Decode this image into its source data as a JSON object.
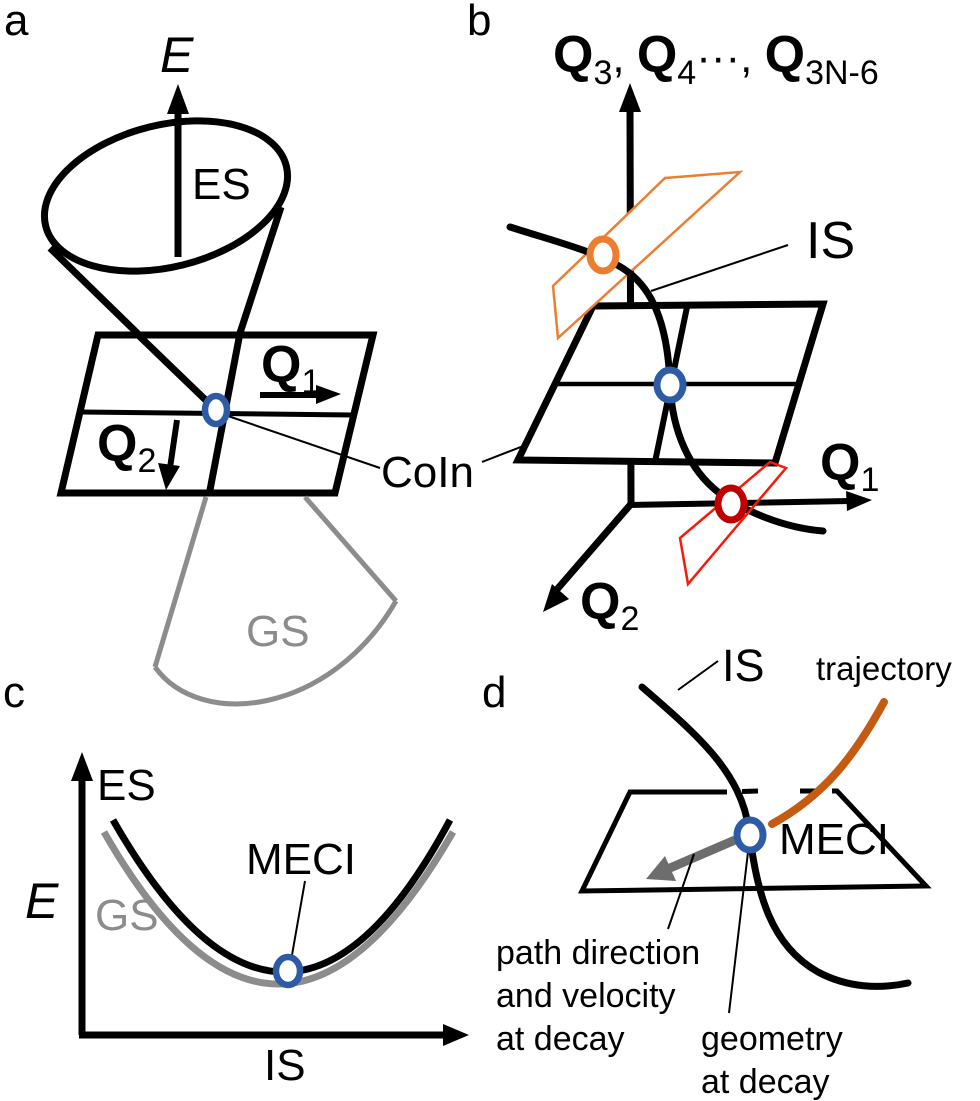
{
  "colors": {
    "black": "#000000",
    "blue": "#2e5ba6",
    "orange": "#ed7d31",
    "dark_orange": "#c55a11",
    "red": "#f9190b",
    "dark_red": "#c00000",
    "gray": "#8c8c8c",
    "arrow_gray": "#6d6d6d"
  },
  "panels": {
    "a": {
      "letter": "a",
      "energy_axis": "E",
      "excited_state": "ES",
      "ground_state": "GS",
      "conical_intersection": "CoIn",
      "q1": {
        "base": "Q",
        "sub": "1"
      },
      "q2": {
        "base": "Q",
        "sub": "2"
      }
    },
    "b": {
      "letter": "b",
      "vaxis": {
        "q": "Q",
        "sub3": "3",
        "sep": ", ",
        "sub4": "4",
        "dots": "···, ",
        "subn": "3N-6"
      },
      "seam": "IS",
      "q1": {
        "base": "Q",
        "sub": "1"
      },
      "q2": {
        "base": "Q",
        "sub": "2"
      }
    },
    "c": {
      "letter": "c",
      "energy_axis": "E",
      "excited_state": "ES",
      "ground_state": "GS",
      "meci": "MECI",
      "xaxis": "IS"
    },
    "d": {
      "letter": "d",
      "seam": "IS",
      "trajectory": "trajectory",
      "meci": "MECI",
      "note_path": [
        "path direction",
        "and velocity",
        "at decay"
      ],
      "note_geometry": [
        "geometry",
        "at decay"
      ]
    }
  }
}
